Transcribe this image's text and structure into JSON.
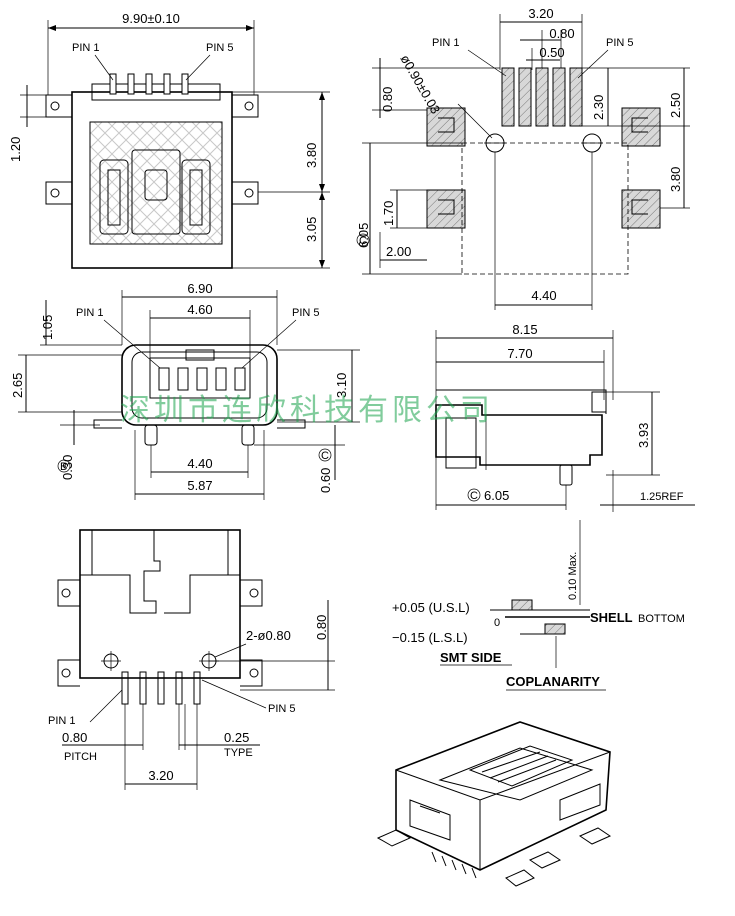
{
  "top_view": {
    "width": "9.90±0.10",
    "pin1": "PIN 1",
    "pin5": "PIN 5",
    "d_left": "1.20",
    "d_right_top": "3.80",
    "d_right_bottom": "3.05"
  },
  "footprint": {
    "pitch_span": "3.20",
    "pad_pitch": "0.80",
    "pad_width": "0.50",
    "pin1": "PIN 1",
    "pin5": "PIN 5",
    "hole": "ø0.90±0.03",
    "d_top_left": "0.80",
    "d_pad_len": "2.30",
    "d_right1": "2.50",
    "d_right2": "3.80",
    "d_left_total": "6.05",
    "d_small": "1.70",
    "d_pad_w": "2.00",
    "d_bottom": "4.40",
    "circle_c": "C"
  },
  "front_view": {
    "width_top": "6.90",
    "width_inner": "4.60",
    "pin1": "PIN 1",
    "pin5": "PIN 5",
    "d_105": "1.05",
    "d_265": "2.65",
    "d_310": "3.10",
    "d_030": "0.30",
    "d_060": "0.60",
    "w_440": "4.40",
    "w_587": "5.87",
    "mark_b": "B",
    "mark_c": "C"
  },
  "side_view": {
    "w_815": "8.15",
    "w_770": "7.70",
    "h_393": "3.93",
    "w_605": "6.05",
    "ref": "1.25REF",
    "mark_c": "C"
  },
  "bottom_view": {
    "holes": "2-ø0.80",
    "d_080": "0.80",
    "pin1": "PIN 1",
    "pitch_val": "0.80",
    "pitch_label": "PITCH",
    "type_val": "0.25",
    "type_label": "TYPE",
    "pin5": "PIN 5",
    "span": "3.20"
  },
  "coplanarity": {
    "max": "0.10 Max.",
    "usl": "+0.05  (U.S.L)",
    "zero": "0",
    "lsl": "−0.15  (L.S.L)",
    "shell": "SHELL",
    "bottom": "BOTTOM",
    "smt": "SMT SIDE",
    "title": "COPLANARITY"
  },
  "watermark": "深圳市连欣科技有限公司"
}
